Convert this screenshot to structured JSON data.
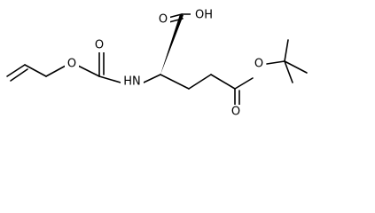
{
  "molecule": {
    "atom_labels": {
      "acid_oxygen": "O",
      "acid_hydroxyl": "OH",
      "carbamate_oxygen": "O",
      "ether_oxygen_allyl": "O",
      "amine": "HN",
      "ester_oxygen": "O",
      "carbonyl_oxygen_ester": "O"
    },
    "colors": {
      "bond": "#000000",
      "text": "#000000",
      "background": "#ffffff"
    }
  }
}
